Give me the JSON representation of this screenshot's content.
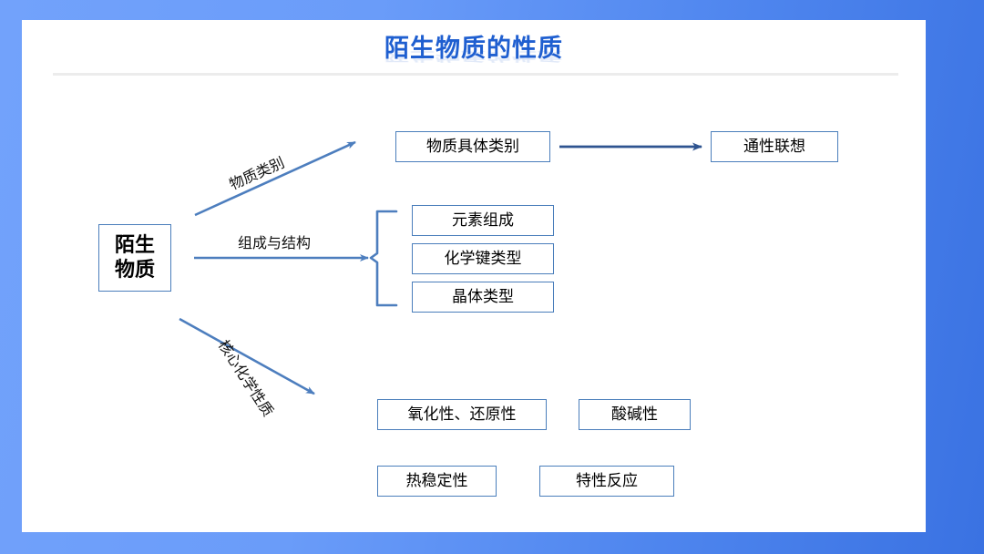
{
  "slide": {
    "title": "陌生物质的性质",
    "background_gradient_from": "#72a2fb",
    "background_gradient_to": "#3a72e2",
    "card_background": "#ffffff",
    "title_color": "#1f5fd0",
    "rule_color": "#ececec"
  },
  "diagram": {
    "root": {
      "label_line1": "陌生",
      "label_line2": "物质",
      "border_color": "#4a7ebb"
    },
    "branches": [
      {
        "label": "物质类别",
        "direction": "up-right",
        "arrow_color": "#4d7ebe"
      },
      {
        "label": "组成与结构",
        "direction": "right",
        "arrow_color": "#4d7ebe"
      },
      {
        "label": "核心化学性质",
        "direction": "down-right",
        "arrow_color": "#4d7ebe"
      }
    ],
    "category_chain": {
      "from": "物质具体类别",
      "to": "通性联想",
      "arrow_color": "#2e5490"
    },
    "structure_group": {
      "brace_color": "#4d7ebe",
      "items": [
        "元素组成",
        "化学键类型",
        "晶体类型"
      ]
    },
    "property_group": {
      "items": [
        "氧化性、还原性",
        "酸碱性",
        "热稳定性",
        "特性反应"
      ]
    }
  }
}
